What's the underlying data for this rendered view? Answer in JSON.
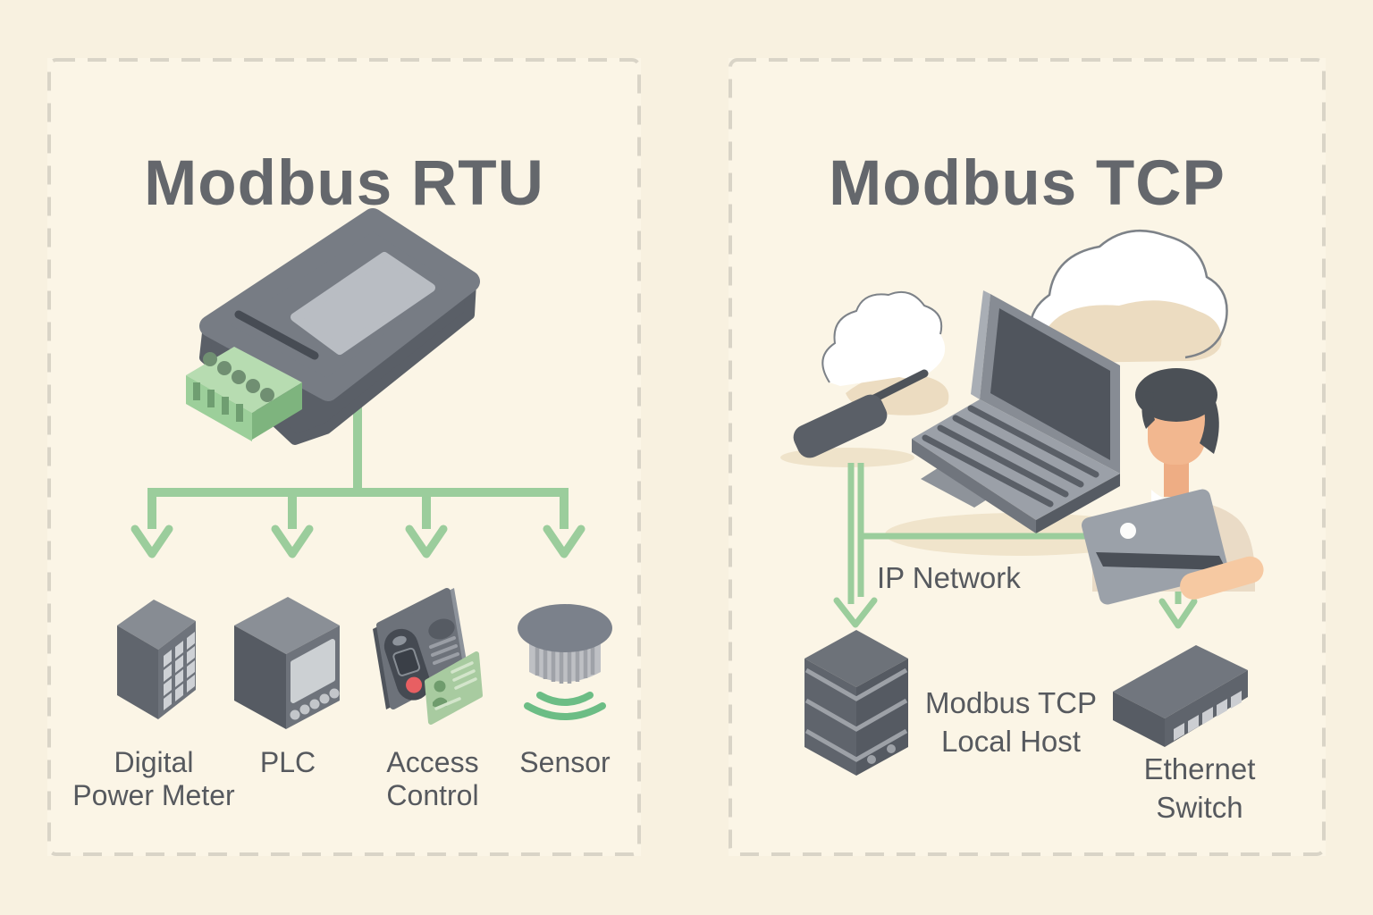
{
  "diagram": {
    "left_panel": {
      "title": "Modbus RTU",
      "labels": {
        "meter_line1": "Digital",
        "meter_line2": "Power Meter",
        "plc": "PLC",
        "access_line1": "Access",
        "access_line2": "Control",
        "sensor": "Sensor"
      }
    },
    "right_panel": {
      "title": "Modbus TCP",
      "ip_network": "IP Network",
      "server_line1": "Modbus TCP",
      "server_line2": "Local Host",
      "switch_line1": "Ethernet",
      "switch_line2": "Switch"
    },
    "colors": {
      "background": "#f8f1e0",
      "panel_background": "#fbf5e6",
      "panel_border": "#d9d4c7",
      "connector_green": "#9bcd9c",
      "accent_green_dark": "#6cbd85",
      "title_text": "#64676c",
      "label_text": "#56595e",
      "device_gray_dark": "#565b63",
      "device_gray_mid": "#6e737b",
      "skin_tone": "#f2b78f",
      "shirt_beige": "#eadbc6",
      "alert_red": "#e85f62"
    }
  }
}
